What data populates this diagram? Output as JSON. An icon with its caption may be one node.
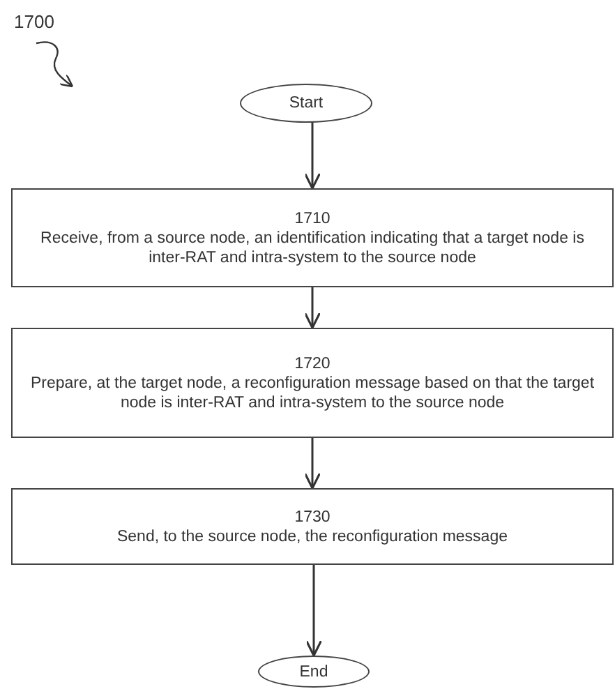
{
  "diagram": {
    "nodes": [
      {
        "text": [
          "Start"
        ]
      },
      {
        "text": [
          "1710",
          "Receive, from a source node, an identification indicating that a target node is inter-RAT and intra-system to the source node"
        ]
      },
      {
        "text": [
          "1720",
          "Prepare, at the target node, a reconfiguration message based on that the target node is inter-RAT and intra-system to the source node"
        ]
      },
      {
        "text": [
          "1730",
          "Send, to the source node, the reconfiguration message"
        ]
      },
      {
        "text": [
          "End"
        ]
      }
    ],
    "edges": [
      {
        "from": 0,
        "to": 1,
        "arrow": "to"
      },
      {
        "from": 1,
        "to": 2,
        "arrow": "to"
      },
      {
        "from": 2,
        "to": 3,
        "arrow": "to"
      },
      {
        "from": 3,
        "to": 4,
        "arrow": "to"
      }
    ],
    "labels": [
      "1700"
    ]
  }
}
